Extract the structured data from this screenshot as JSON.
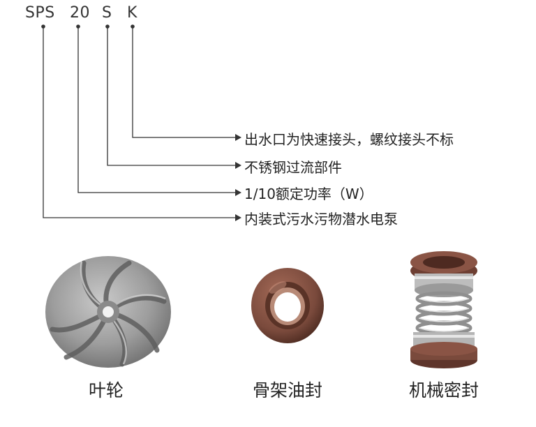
{
  "model_code": {
    "parts": [
      "SPS",
      "20",
      "S",
      "K"
    ]
  },
  "descriptions": [
    "出水口为快速接头，螺纹接头不标",
    "不锈钢过流部件",
    "1/10额定功率（W）",
    "内装式污水污物潜水电泵"
  ],
  "components": [
    {
      "name": "叶轮",
      "icon": "impeller-image"
    },
    {
      "name": "骨架油封",
      "icon": "oil-seal-image"
    },
    {
      "name": "机械密封",
      "icon": "mechanical-seal-image"
    }
  ],
  "colors": {
    "line": "#333333",
    "seal_brown": "#7a4a3c",
    "steel": "#a9a9a9"
  }
}
